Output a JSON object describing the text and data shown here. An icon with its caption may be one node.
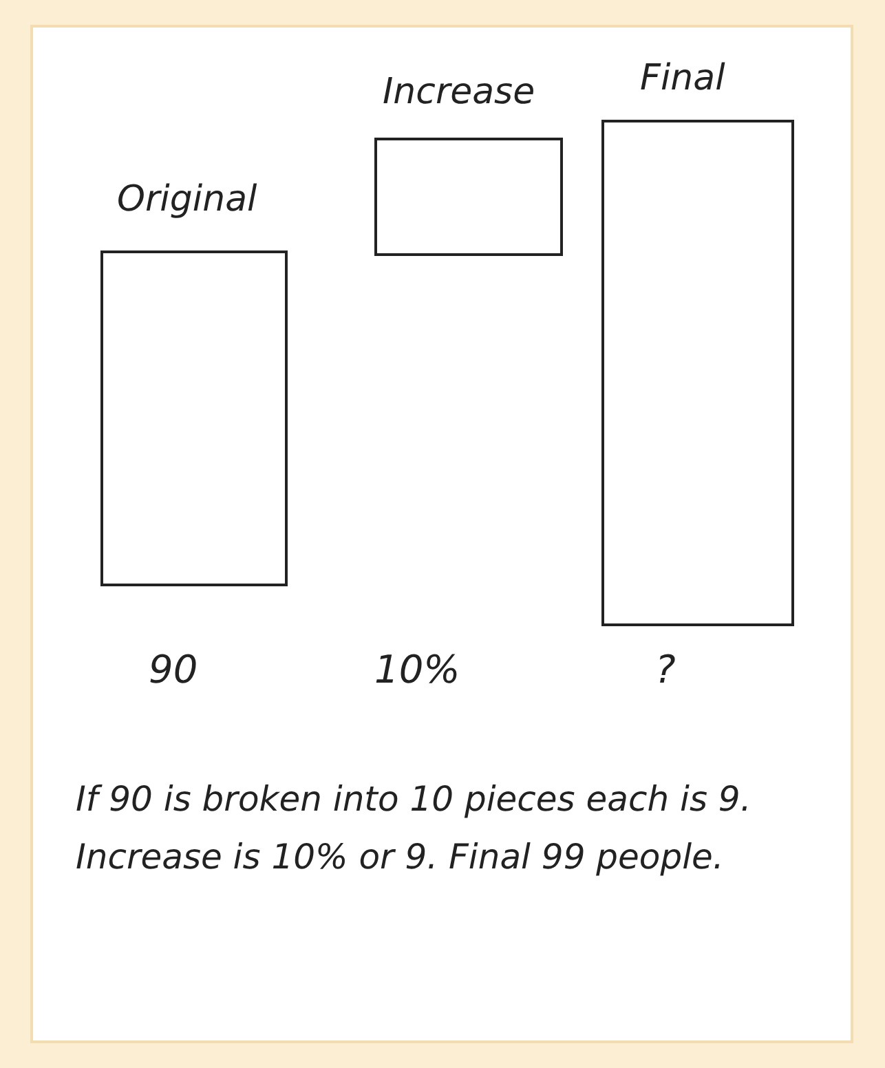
{
  "diagram": {
    "nodes": [
      {
        "text": [
          "Original"
        ]
      },
      {
        "text": [
          "Increase"
        ]
      },
      {
        "text": [
          "Final"
        ]
      }
    ],
    "edges": [],
    "labels": [
      "90",
      "10%",
      "?",
      "If 90 is broken into 10 pieces each is 9. Increase is 10% or 9. Final 99 people."
    ]
  }
}
